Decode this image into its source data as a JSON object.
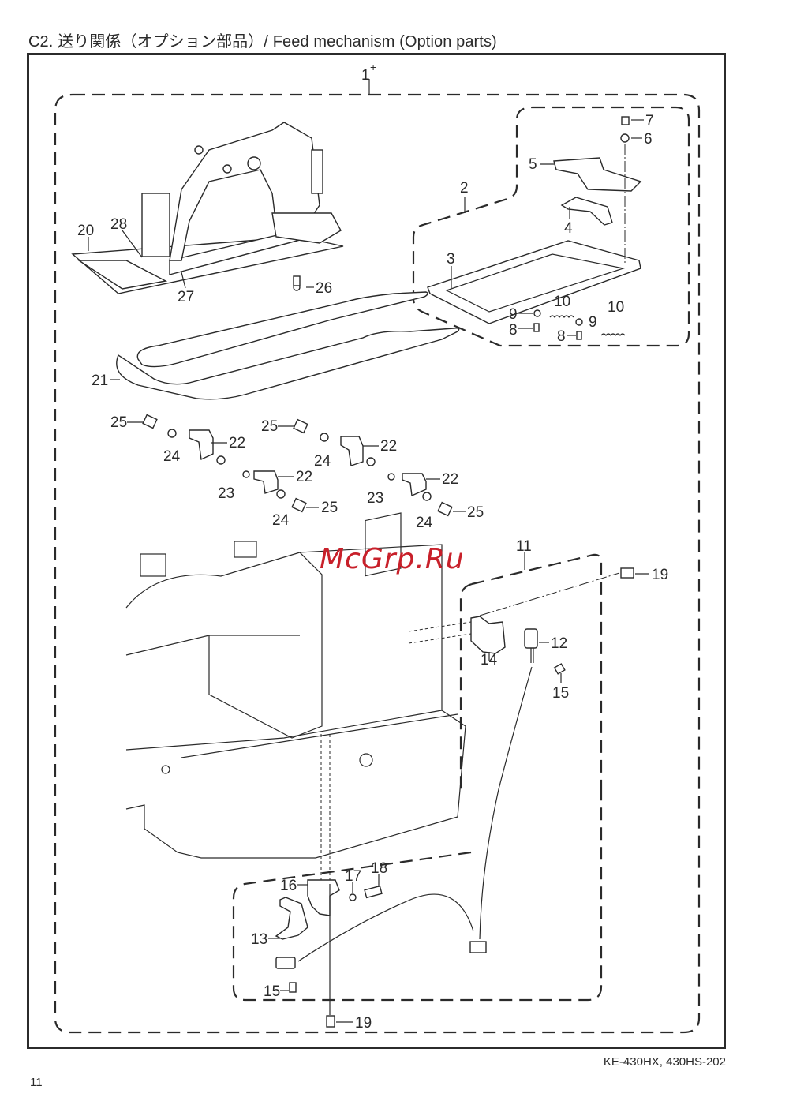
{
  "page": {
    "title": "C2. 送り関係（オプション部品）/ Feed mechanism (Option parts)",
    "model": "KE-430HX, 430HS-202",
    "page_number": "11",
    "watermark": "McGrp.Ru"
  },
  "diagram": {
    "assembly_label": "1",
    "assembly_mark": "+",
    "callouts": {
      "p2": "2",
      "p3": "3",
      "p4": "4",
      "p5": "5",
      "p6": "6",
      "p7": "7",
      "p8a": "8",
      "p8b": "8",
      "p9a": "9",
      "p9b": "9",
      "p10a": "10",
      "p10b": "10",
      "p11": "11",
      "p12": "12",
      "p13": "13",
      "p14": "14",
      "p15a": "15",
      "p15b": "15",
      "p16": "16",
      "p17": "17",
      "p18": "18",
      "p19a": "19",
      "p19b": "19",
      "p20": "20",
      "p21": "21",
      "p22a": "22",
      "p22b": "22",
      "p22c": "22",
      "p22d": "22",
      "p23a": "23",
      "p23b": "23",
      "p24a": "24",
      "p24b": "24",
      "p24c": "24",
      "p24d": "24",
      "p25a": "25",
      "p25b": "25",
      "p25c": "25",
      "p25d": "25",
      "p26": "26",
      "p27": "27",
      "p28": "28"
    }
  }
}
